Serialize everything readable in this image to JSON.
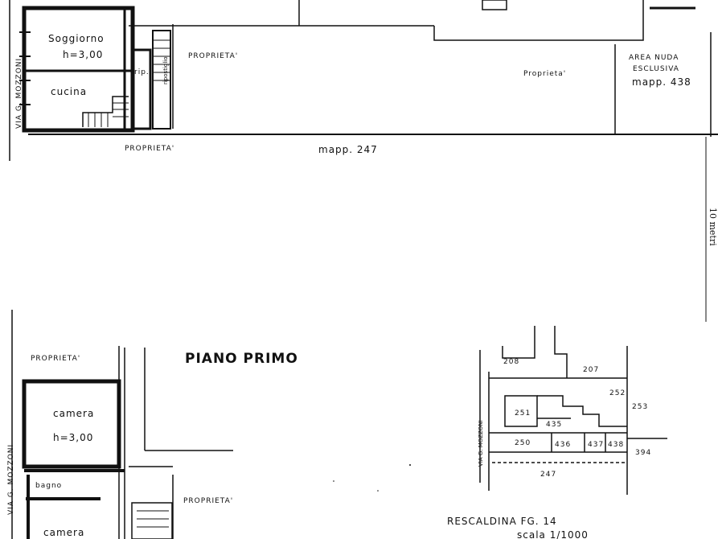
{
  "ground_floor": {
    "street": "VIA G. MOZZONI",
    "rooms": [
      {
        "label": "Soggiorno",
        "height": "h=3,00"
      },
      {
        "label": "cucina"
      }
    ],
    "rip_label": "rip.",
    "stair_label": "ripostiglio",
    "proprieta_labels": [
      "PROPRIETA'",
      "Proprieta'",
      "PROPRIETA'"
    ],
    "area_label": [
      "AREA NUDA",
      "ESCLUSIVA",
      "mapp. 438"
    ],
    "mapp_label": "mapp. 247"
  },
  "scale_label": "10 metri",
  "first_floor": {
    "title": "PIANO PRIMO",
    "street": "VIA G. MOZZONI",
    "proprieta_labels": [
      "PROPRIETA'",
      "PROPRIETA'"
    ],
    "rooms": [
      {
        "label": "camera",
        "height": "h=3,00"
      },
      {
        "label": "bagno"
      },
      {
        "label": "camera"
      }
    ]
  },
  "cadastral_map": {
    "street": "VIA G. MOZZONI",
    "parcels": [
      "208",
      "207",
      "252",
      "253",
      "251",
      "435",
      "250",
      "436",
      "437",
      "438",
      "394",
      "247"
    ],
    "caption": "RESCALDINA FG. 14",
    "scale": "scala 1/1000"
  }
}
